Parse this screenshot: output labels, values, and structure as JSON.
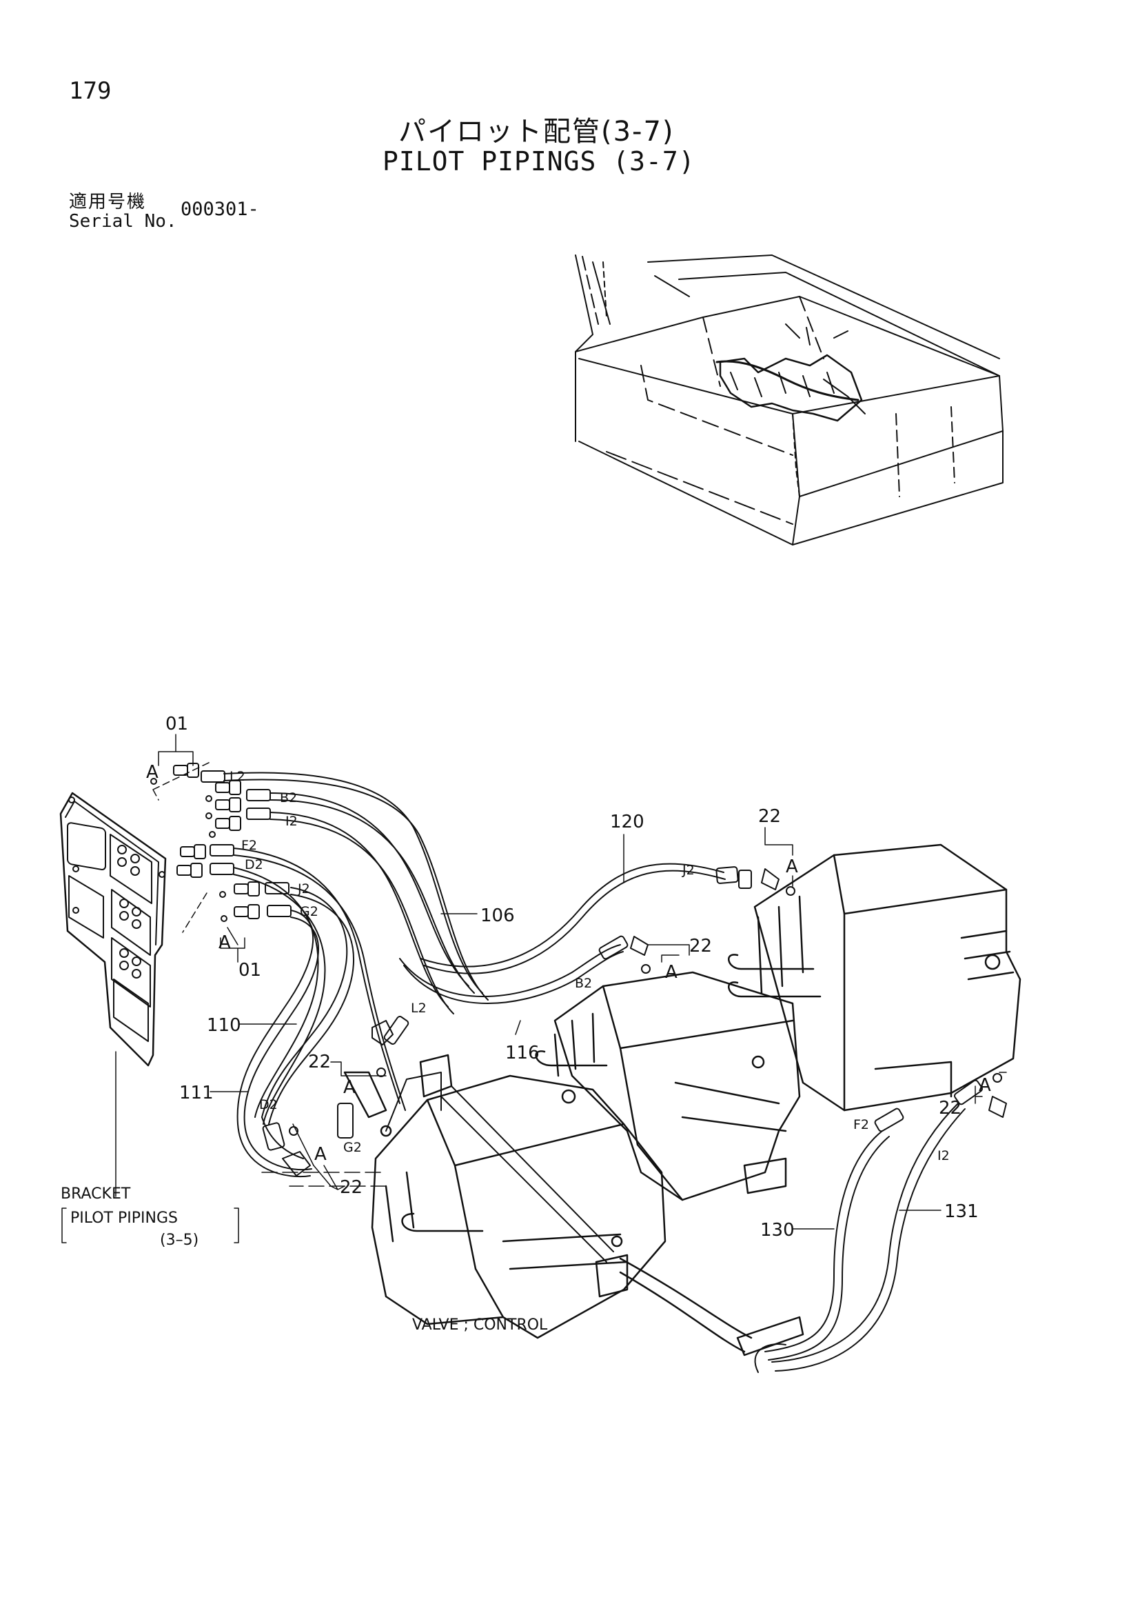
{
  "page_number": "179",
  "title_jp": "パイロット配管(3-7)",
  "title_en": "PILOT PIPINGS (3-7)",
  "serial": {
    "label_jp": "適用号機",
    "label_en": "Serial No.",
    "value": "000301-"
  },
  "callouts": {
    "p01_top": "01",
    "p01_bottom": "01",
    "p22_right_top": "22",
    "p22_mid": "22",
    "p22_left": "22",
    "p22_bottom": "22",
    "p22_lower_right": "22",
    "p106": "106",
    "p110": "110",
    "p111": "111",
    "p116": "116",
    "p120": "120",
    "p130": "130",
    "p131": "131"
  },
  "view_marks": [
    "A",
    "A",
    "A",
    "A",
    "A",
    "A",
    "A"
  ],
  "port_labels": {
    "L2_top": "L2",
    "B2_top": "B2",
    "I2_top": "I2",
    "F2_top": "F2",
    "D2_top": "D2",
    "J2_top": "J2",
    "G2_top": "G2",
    "J2_hose": "J2",
    "B2_hose": "B2",
    "L2_hose": "L2",
    "D2_hose": "D2",
    "G2_valve": "G2",
    "F2_hose": "F2",
    "I2_hose": "I2"
  },
  "notes": {
    "bracket_line1": "BRACKET",
    "bracket_line2": "PILOT PIPINGS",
    "bracket_line3": "(3–5)",
    "valve_label": "VALVE ; CONTROL"
  }
}
